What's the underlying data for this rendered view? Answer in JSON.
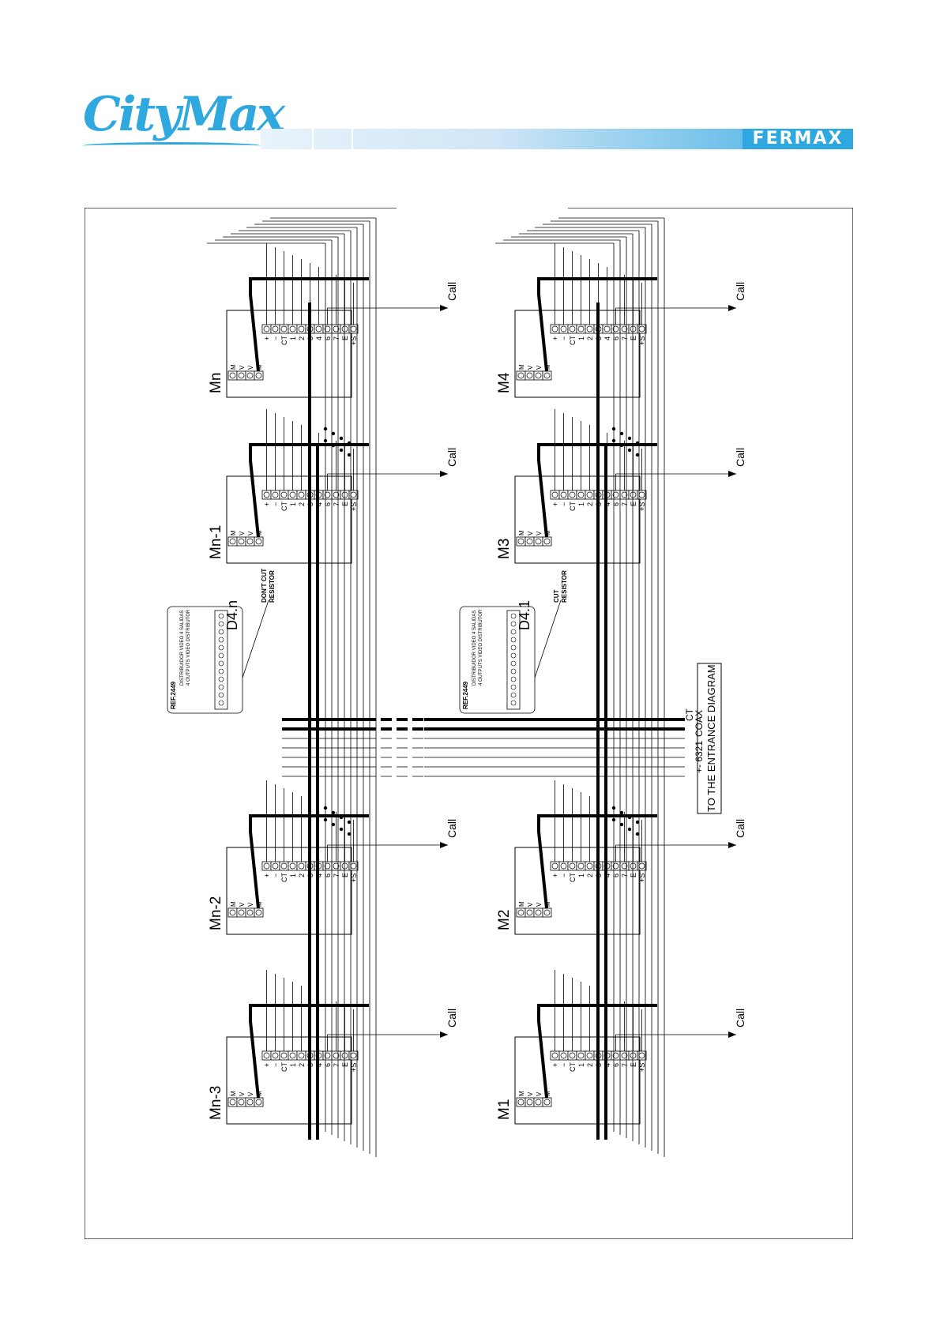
{
  "header": {
    "logo_text": "CityMax",
    "brand": "FERMAX"
  },
  "diagram": {
    "monitor_left_labels": [
      "Mn",
      "Mn-1",
      "Mn-2",
      "Mn-3"
    ],
    "monitor_right_labels": [
      "M4",
      "M3",
      "M2",
      "M1"
    ],
    "call_label": "Call",
    "monitor_terminals": [
      "+",
      "−",
      "CT",
      "1",
      "2",
      "3",
      "4",
      "6",
      "7",
      "E",
      "+S"
    ],
    "video_terminals": [
      "M",
      "V",
      "V",
      "M"
    ],
    "distributor_left_label": "D4.n",
    "distributor_right_label": "D4.1",
    "distributor_ref": "REF.2449",
    "distributor_desc_1": "DISTRIBUIDOR VIDEO 4 SALIDAS",
    "distributor_desc_2": "4 OUTPUTS VIDEO DISTRIBUTOR",
    "resistor_left": [
      "DON'T CUT",
      "RESISTOR"
    ],
    "resistor_right": [
      "CUT",
      "RESISTOR"
    ],
    "bus_ct": "CT",
    "bus_coax": "COAX",
    "bus_power": "+- 6321",
    "entrance_box": "TO THE ENTRANCE DIAGRAM"
  }
}
